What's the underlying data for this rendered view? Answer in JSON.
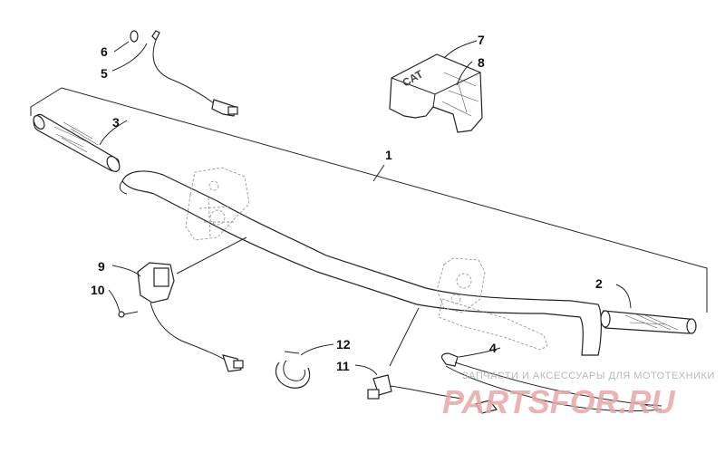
{
  "callouts": {
    "c1": "1",
    "c2": "2",
    "c3": "3",
    "c4": "4",
    "c5": "5",
    "c6": "6",
    "c7": "7",
    "c8": "8",
    "c9": "9",
    "c10": "10",
    "c11": "11",
    "c12": "12"
  },
  "pad_logo": "CAT",
  "watermark": {
    "tagline": "ЗАПЧАСТИ И АКСЕССУАРЫ ДЛЯ МОТОТЕХНИКИ",
    "brand": "PARTSFOR.RU"
  },
  "colors": {
    "ink": "#222222",
    "watermark_red": "#e8a8a8",
    "watermark_gray": "#b8b8b8"
  }
}
